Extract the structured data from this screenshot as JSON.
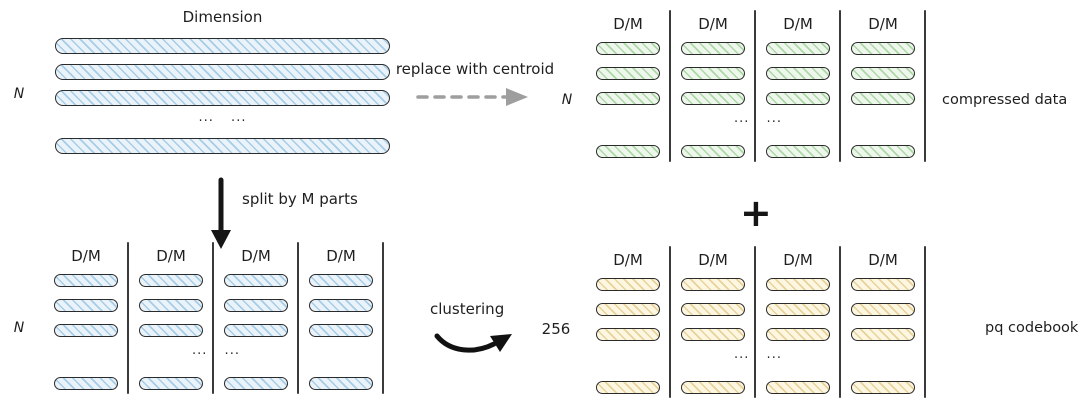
{
  "colors": {
    "stroke": "#2b2b2b",
    "ink": "#161616",
    "text": "#1f1f1f",
    "blue-fill": "#eaf3fa",
    "blue-hatch": "#a7cde6",
    "green-fill": "#edf7ec",
    "green-hatch": "#aed7a8",
    "yellow-fill": "#fdf6e1",
    "yellow-hatch": "#e7d29a",
    "gray-arrow": "#9e9e9e"
  },
  "original_matrix": {
    "title": "Dimension",
    "row_count_label": "N",
    "ellipsis": "... ..."
  },
  "arrows": {
    "replace_label": "replace with centroid",
    "split_label": "split by M parts",
    "clustering_label": "clustering",
    "plus": "+"
  },
  "compressed_grid": {
    "row_count_label": "N",
    "column_header": "D/M",
    "ellipsis": "... ...",
    "caption": "compressed data"
  },
  "split_grid": {
    "row_count_label": "N",
    "column_header": "D/M",
    "ellipsis": "... ..."
  },
  "codebook_grid": {
    "row_count_label": "256",
    "column_header": "D/M",
    "ellipsis": "... ...",
    "caption": "pq codebook"
  }
}
